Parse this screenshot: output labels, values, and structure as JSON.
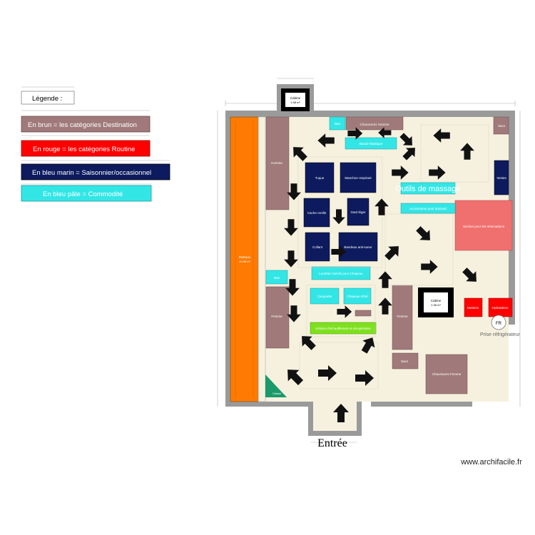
{
  "legend": {
    "title": "Légende :",
    "items": [
      {
        "text": "En brun = les catégories Destination",
        "color": "#a07a7a",
        "text_color": "#ffffff"
      },
      {
        "text": "En rouge = les catégories Routine",
        "color": "#ff0000",
        "text_color": "#ffffff"
      },
      {
        "text": "En bleu marin = Saisonnier/occasionnel",
        "color": "#0d1b5e",
        "text_color": "#ffffff"
      },
      {
        "text": "En bleu pâle = Commodité",
        "color": "#33e6e6",
        "text_color": "#ffffff"
      }
    ]
  },
  "colors": {
    "wall": "#9a9a9a",
    "floor": "#f6f1df",
    "brown": "#a07a7a",
    "navy": "#0d1b5e",
    "cyan": "#33e6e6",
    "red": "#ff0000",
    "pink": "#f07070",
    "orange": "#ff7a00",
    "green": "#7ee01e",
    "black": "#000000"
  },
  "rooms": {
    "cabine_top": {
      "name": "Cabine",
      "area": "1,98 m²"
    },
    "cabine_mid": {
      "name": "Cabine",
      "area": "2,38 m²"
    },
    "orange": {
      "name": "Rideaux",
      "area": "40,38 m²"
    }
  },
  "fixtures": {
    "chaussures_homme": "Chaussures Homme",
    "sacs_top": "Sacs",
    "homme": "Homme",
    "vestes": "Vestes",
    "section_reservations": "Section pour les réservations",
    "femme": "Femme",
    "femme2": "Femme",
    "sacs_bottom": "Sacs",
    "chaussures_femme": "Chaussures Femme",
    "nutrition": "Nutrition",
    "hydratation": "Hydratation",
    "tuque": "Tuque",
    "manchon": "Manchon respirant",
    "cache_oreille": "Cache-oreille",
    "gant_leger": "Gant léger",
    "collant": "Collant",
    "bandeau": "Bandeau anti-sueur",
    "top_cyan_small": "Bas",
    "bas_left": "Bas",
    "lunettes": "Lunettes Soleils pour Chapeau",
    "casquette": "Casquette",
    "chapeau": "Chapeau d'été",
    "bande": "Bande élastique",
    "outils_massage": "Outils de massage",
    "accessoires": "Accessoires pour dossard",
    "green": "Articles d'échauffement et récupération",
    "small_brown": "",
    "green_corner": "Caisse"
  },
  "labels": {
    "entrance": "Entrée",
    "fridge_plug": "Prise réfrigérateur",
    "fridge_symbol": "FR",
    "website": "www.archifacile.fr"
  }
}
